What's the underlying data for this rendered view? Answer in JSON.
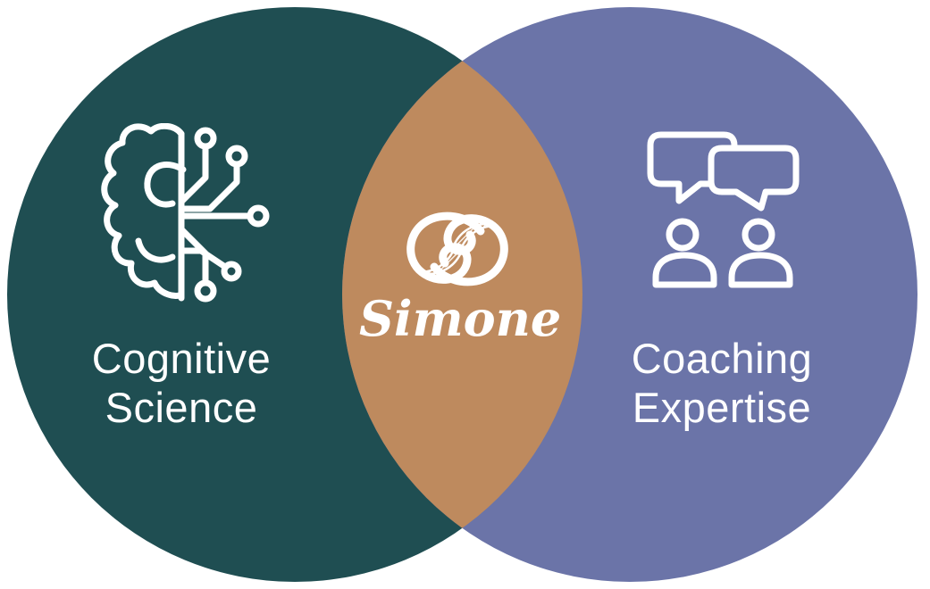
{
  "colors": {
    "background": "#FFFFFF",
    "left_circle": "#1F4E52",
    "right_circle": "#6B74A8",
    "intersection": "#BE8A5E",
    "content": "#FFFFFF"
  },
  "venn": {
    "left": {
      "label_line1": "Cognitive",
      "label_line2": "Science",
      "icon": "brain-circuit-icon"
    },
    "right": {
      "label_line1": "Coaching",
      "label_line2": "Expertise",
      "icon": "people-conversation-icon"
    },
    "intersection": {
      "label": "Simone",
      "icon": "simone-knot-logo"
    }
  },
  "chart_data": {
    "type": "venn",
    "sets": [
      {
        "label": "Cognitive Science"
      },
      {
        "label": "Coaching Expertise"
      }
    ],
    "intersection_label": "Simone",
    "legend": "none",
    "layout": "two overlapping circles, intersection highlighted in brand tan"
  }
}
